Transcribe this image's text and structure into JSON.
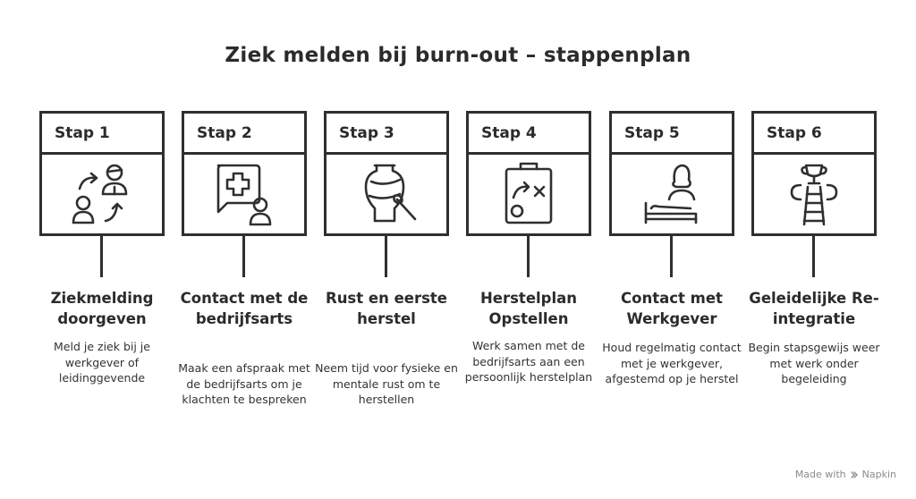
{
  "title": "Ziek melden bij burn-out – stappenplan",
  "steps": [
    {
      "tag": "Stap 1",
      "title": "Ziekmelding doorgeven",
      "description": "Meld je ziek bij je werkgever of leidinggevende",
      "icon": "people-exchange-icon"
    },
    {
      "tag": "Stap 2",
      "title": "Contact met de bedrijfsarts",
      "description": "Maak een afspraak met de bedrijfsarts om je klachten te bespreken",
      "icon": "doctor-consult-icon"
    },
    {
      "tag": "Stap 3",
      "title": "Rust en eerste herstel",
      "description": "Neem tijd voor fysieke en mentale rust om te herstellen",
      "icon": "vase-brush-icon"
    },
    {
      "tag": "Stap 4",
      "title": "Herstelplan Opstellen",
      "description": "Werk samen met de bedrijfsarts aan een persoonlijk herstelplan",
      "icon": "clipboard-plan-icon"
    },
    {
      "tag": "Stap 5",
      "title": "Contact met Werkgever",
      "description": "Houd regelmatig contact met je werkgever, afgestemd op je herstel",
      "icon": "person-bed-icon"
    },
    {
      "tag": "Stap 6",
      "title": "Geleidelijke Re-integratie",
      "description": "Begin stapsgewijs weer met werk onder begeleiding",
      "icon": "ladder-trophy-icon"
    }
  ],
  "footer": {
    "made_with": "Made with",
    "brand": "Napkin"
  }
}
